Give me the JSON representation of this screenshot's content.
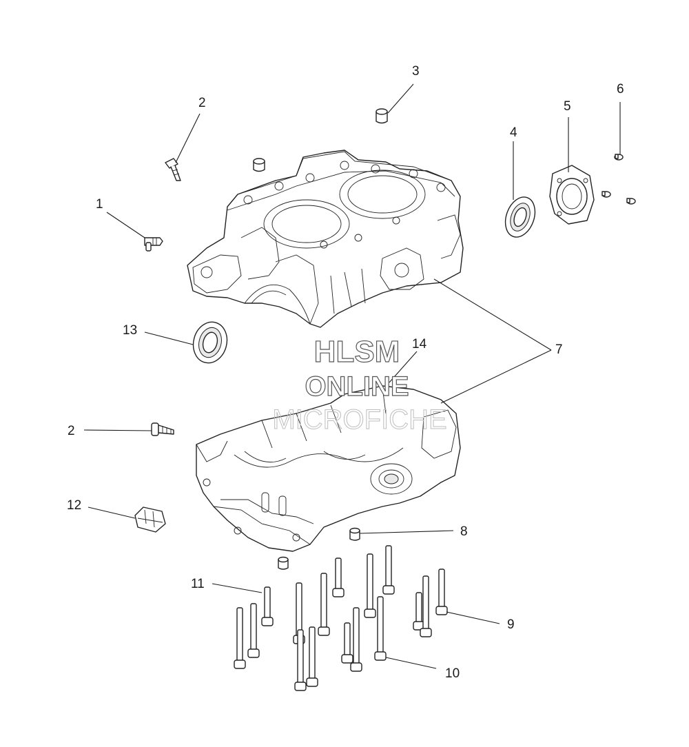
{
  "watermark": {
    "line1": "HLSM",
    "line2": "ONLINE",
    "line3": "MICROFICHE"
  },
  "callouts": [
    {
      "id": "c1",
      "label": "1"
    },
    {
      "id": "c2a",
      "label": "2"
    },
    {
      "id": "c2b",
      "label": "2"
    },
    {
      "id": "c3",
      "label": "3"
    },
    {
      "id": "c4",
      "label": "4"
    },
    {
      "id": "c5",
      "label": "5"
    },
    {
      "id": "c6",
      "label": "6"
    },
    {
      "id": "c7",
      "label": "7"
    },
    {
      "id": "c8",
      "label": "8"
    },
    {
      "id": "c9",
      "label": "9"
    },
    {
      "id": "c10",
      "label": "10"
    },
    {
      "id": "c11",
      "label": "11"
    },
    {
      "id": "c12",
      "label": "12"
    },
    {
      "id": "c13",
      "label": "13"
    },
    {
      "id": "c14",
      "label": "14"
    }
  ],
  "parts": {
    "upper_crankcase": "upper-crankcase-half",
    "lower_crankcase": "lower-crankcase-half",
    "seal_left": "oil-seal",
    "seal_right": "oil-seal",
    "cover_plate": "end-cover-plate",
    "dowel": "dowel-pin",
    "stud": "bolt"
  }
}
